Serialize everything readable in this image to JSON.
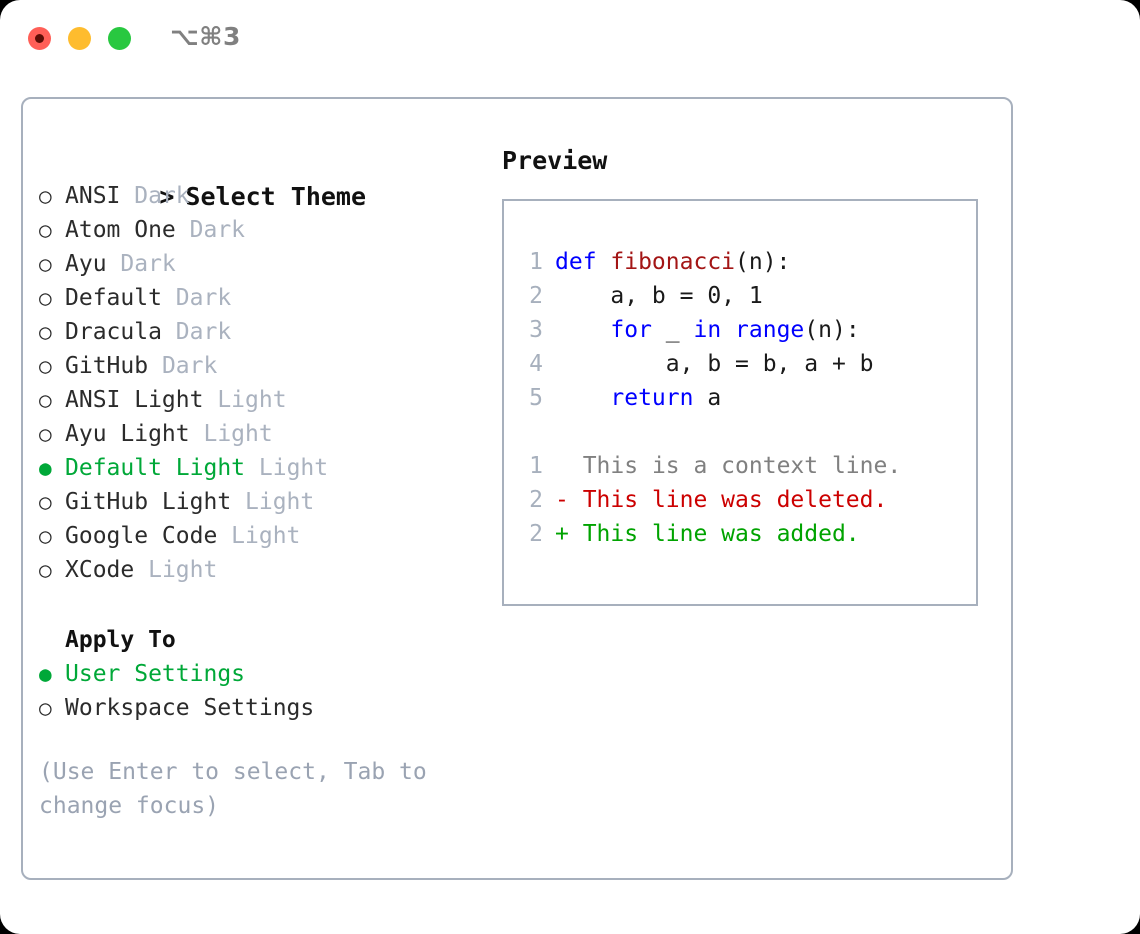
{
  "window": {
    "title": "⌥⌘3",
    "traffic_lights": [
      "close",
      "minimize",
      "zoom"
    ],
    "colors": {
      "close": "#ff5f57",
      "minimize": "#febc2e",
      "zoom": "#28c840",
      "border": "#a7b0bd",
      "accent_green": "#00a838",
      "muted": "#aab2bf",
      "hint": "#9aa3b2"
    }
  },
  "theme_picker": {
    "header": {
      "marker": ">",
      "label": "Select Theme"
    },
    "themes": [
      {
        "marker": "○",
        "name": "ANSI",
        "variant": "Dark",
        "selected": false
      },
      {
        "marker": "○",
        "name": "Atom One",
        "variant": "Dark",
        "selected": false
      },
      {
        "marker": "○",
        "name": "Ayu",
        "variant": "Dark",
        "selected": false
      },
      {
        "marker": "○",
        "name": "Default",
        "variant": "Dark",
        "selected": false
      },
      {
        "marker": "○",
        "name": "Dracula",
        "variant": "Dark",
        "selected": false
      },
      {
        "marker": "○",
        "name": "GitHub",
        "variant": "Dark",
        "selected": false
      },
      {
        "marker": "○",
        "name": "ANSI Light",
        "variant": "Light",
        "selected": false
      },
      {
        "marker": "○",
        "name": "Ayu Light",
        "variant": "Light",
        "selected": false
      },
      {
        "marker": "●",
        "name": "Default Light",
        "variant": "Light",
        "selected": true
      },
      {
        "marker": "○",
        "name": "GitHub Light",
        "variant": "Light",
        "selected": false
      },
      {
        "marker": "○",
        "name": "Google Code",
        "variant": "Light",
        "selected": false
      },
      {
        "marker": "○",
        "name": "XCode",
        "variant": "Light",
        "selected": false
      }
    ],
    "apply_to": {
      "header": "Apply To",
      "options": [
        {
          "marker": "●",
          "label": "User Settings",
          "selected": true
        },
        {
          "marker": "○",
          "label": "Workspace Settings",
          "selected": false
        }
      ]
    },
    "hint": "(Use Enter to select, Tab to change focus)"
  },
  "preview": {
    "title": "Preview",
    "code": [
      {
        "ln": "1",
        "tokens": [
          {
            "t": "def ",
            "c": "kw"
          },
          {
            "t": "fibonacci",
            "c": "fn"
          },
          {
            "t": "(n):",
            "c": "pl"
          }
        ]
      },
      {
        "ln": "2",
        "tokens": [
          {
            "t": "    a, b = 0, 1",
            "c": "pl"
          }
        ]
      },
      {
        "ln": "3",
        "tokens": [
          {
            "t": "    ",
            "c": "pl"
          },
          {
            "t": "for",
            "c": "kw"
          },
          {
            "t": " _ ",
            "c": "pl"
          },
          {
            "t": "in",
            "c": "kw"
          },
          {
            "t": " ",
            "c": "pl"
          },
          {
            "t": "range",
            "c": "kw"
          },
          {
            "t": "(n):",
            "c": "pl"
          }
        ]
      },
      {
        "ln": "4",
        "tokens": [
          {
            "t": "        a, b = b, a + b",
            "c": "pl"
          }
        ]
      },
      {
        "ln": "5",
        "tokens": [
          {
            "t": "    ",
            "c": "pl"
          },
          {
            "t": "return",
            "c": "kw"
          },
          {
            "t": " a",
            "c": "pl"
          }
        ]
      }
    ],
    "diff": [
      {
        "ln": "1",
        "sign": " ",
        "text": "This is a context line.",
        "kind": "ctx"
      },
      {
        "ln": "2",
        "sign": "-",
        "text": "This line was deleted.",
        "kind": "del"
      },
      {
        "ln": "2",
        "sign": "+",
        "text": "This line was added.",
        "kind": "add"
      }
    ]
  }
}
